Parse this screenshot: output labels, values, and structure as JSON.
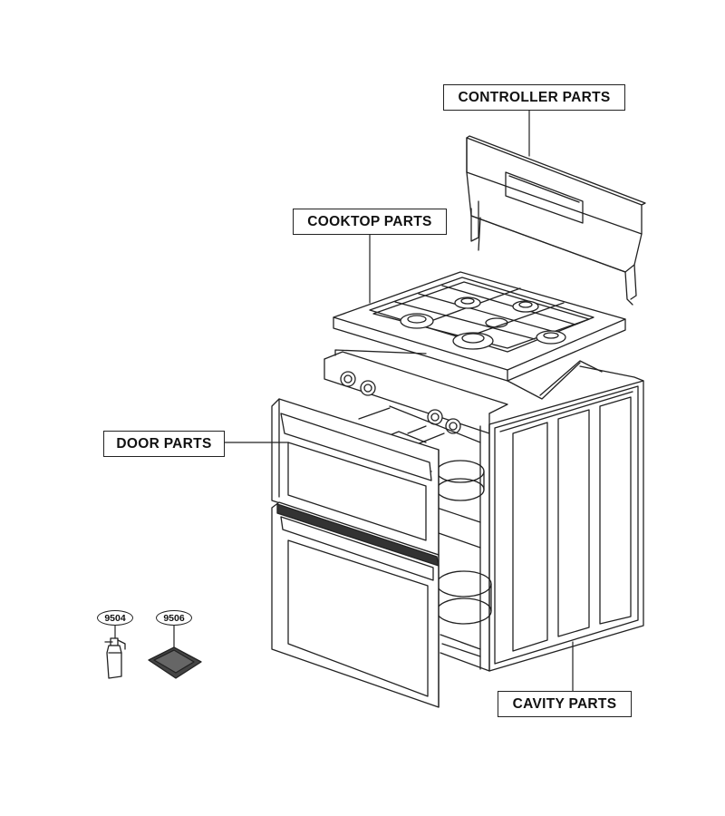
{
  "diagram": {
    "labels": {
      "controller": "CONTROLLER PARTS",
      "cooktop": "COOKTOP PARTS",
      "door": "DOOR PARTS",
      "cavity": "CAVITY PARTS"
    },
    "accessories": [
      {
        "part_number": "9504",
        "item": "spray-bottle"
      },
      {
        "part_number": "9506",
        "item": "cleaning-pad"
      }
    ]
  }
}
